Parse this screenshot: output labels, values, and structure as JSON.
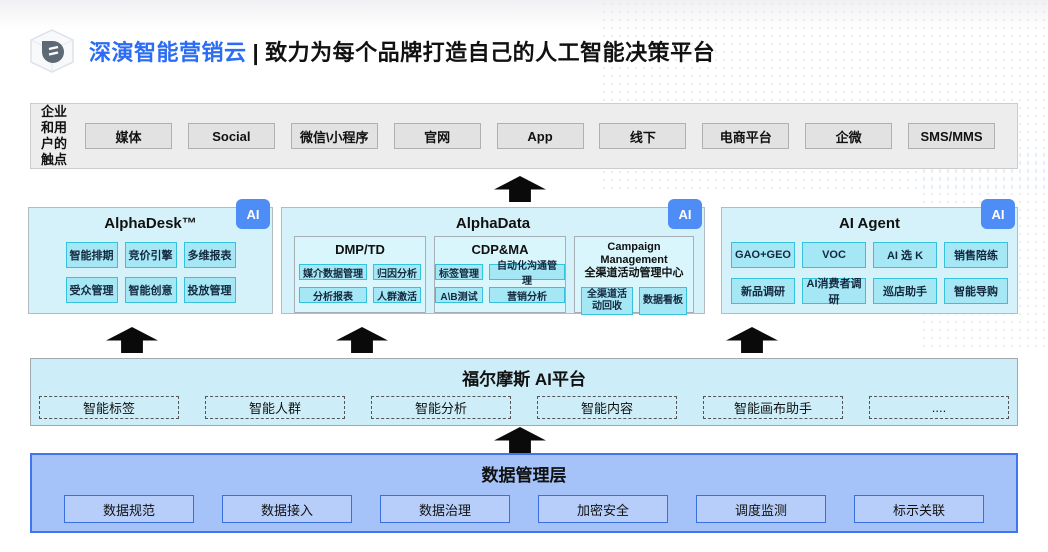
{
  "header": {
    "brand": "深演智能营销云",
    "divider": "|",
    "tagline": "致力为每个品牌打造自己的人工智能决策平台"
  },
  "touchpoints": {
    "label": "企业和用户的触点",
    "items": [
      "媒体",
      "Social",
      "微信\\小程序",
      "官网",
      "App",
      "线下",
      "电商平台",
      "企微",
      "SMS/MMS"
    ]
  },
  "panels": [
    {
      "title": "AlphaDesk™",
      "badge": "AI",
      "items": [
        "智能排期",
        "竞价引擎",
        "多维报表",
        "受众管理",
        "智能创意",
        "投放管理"
      ]
    },
    {
      "title": "AlphaData",
      "badge": "AI",
      "subpanels": [
        {
          "title": "DMP/TD",
          "items": [
            "媒介数据管理",
            "归因分析",
            "分析报表",
            "人群激活"
          ]
        },
        {
          "title": "CDP&MA",
          "items": [
            "标签管理",
            "自动化沟通管理",
            "A\\B测试",
            "营销分析"
          ]
        },
        {
          "title": "Campaign Management\n全渠道活动管理中心",
          "items": [
            "全渠道活动回收",
            "数据看板"
          ]
        }
      ]
    },
    {
      "title": "AI Agent",
      "badge": "AI",
      "items": [
        "GAO+GEO",
        "VOC",
        "AI 选 K",
        "销售陪练",
        "新品调研",
        "AI消费者调研",
        "巡店助手",
        "智能导购"
      ]
    }
  ],
  "ai_platform": {
    "title": "福尔摩斯 AI平台",
    "items": [
      "智能标签",
      "智能人群",
      "智能分析",
      "智能内容",
      "智能画布助手",
      "...."
    ]
  },
  "data_layer": {
    "title": "数据管理层",
    "items": [
      "数据规范",
      "数据接入",
      "数据治理",
      "加密安全",
      "调度监测",
      "标示关联"
    ]
  },
  "colors": {
    "brand_blue": "#2a6df4",
    "ai_badge_blue": "#4e8cf6",
    "panel_cyan_bg": "#d5f2fa",
    "chip_cyan_bg": "#a6e7f5",
    "chip_cyan_border": "#35c2dc",
    "ai_band_bg": "#cdeef8",
    "data_layer_bg": "#a5c3f8",
    "data_box_bg": "#b7cefa",
    "data_border_blue": "#3a6fe0",
    "touch_bar_bg": "#ededee",
    "touch_box_bg": "#e2e2e2",
    "arrow_black": "#0a0a0a"
  }
}
